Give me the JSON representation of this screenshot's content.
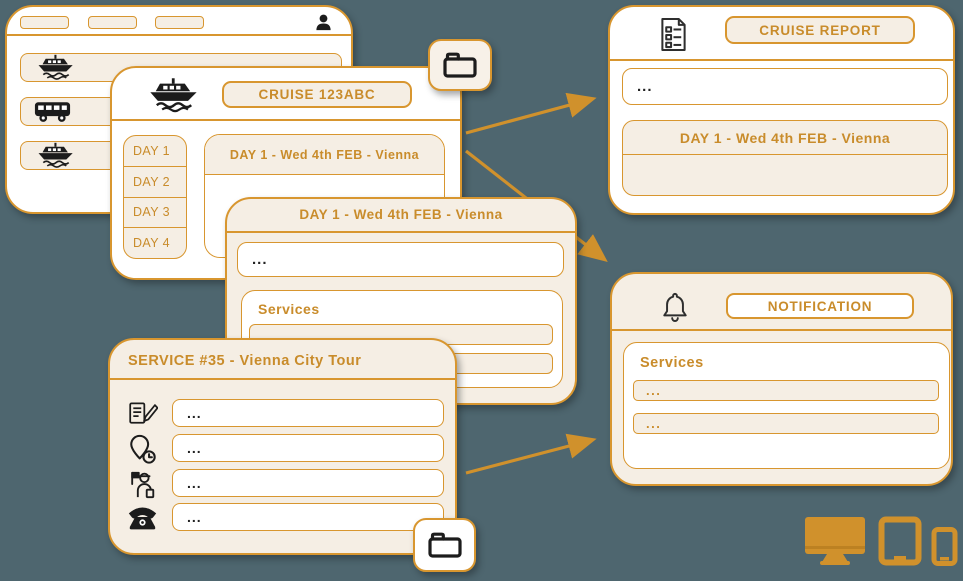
{
  "colors": {
    "background": "#4E666F",
    "accent_orange": "#C98C2B",
    "border_orange": "#D8962F",
    "panel_cream": "#F5EEE4",
    "panel_white": "#FFFFFF",
    "icon_ink": "#1C1C1C"
  },
  "app_window": {
    "rows": [
      {
        "icon": "ship-icon"
      },
      {
        "icon": "bus-icon"
      },
      {
        "icon": "ship-icon"
      }
    ]
  },
  "cruise_window": {
    "icon": "ship-icon",
    "title": "CRUISE 123ABC",
    "days": [
      "DAY 1",
      "DAY 2",
      "DAY 3",
      "DAY 4"
    ],
    "day_panel_title": "DAY 1 - Wed 4th FEB - Vienna"
  },
  "day_window": {
    "title": "DAY 1 - Wed 4th FEB - Vienna",
    "summary_text": "...",
    "services_label": "Services"
  },
  "service_window": {
    "title": "SERVICE #35 - Vienna City Tour",
    "fields": [
      {
        "icon": "notes-icon",
        "value": "..."
      },
      {
        "icon": "location-time-icon",
        "value": "..."
      },
      {
        "icon": "tour-guide-icon",
        "value": "..."
      },
      {
        "icon": "phone-icon",
        "value": "..."
      }
    ]
  },
  "report_panel": {
    "icon": "report-icon",
    "title": "CRUISE REPORT",
    "summary_text": "...",
    "day_card_title": "DAY 1 - Wed 4th FEB - Vienna"
  },
  "notification_panel": {
    "icon": "bell-icon",
    "title": "NOTIFICATION",
    "services_label": "Services",
    "items": [
      "...",
      "..."
    ]
  },
  "folder_shortcuts": {
    "icon": "folder-icon"
  },
  "devices": [
    "desktop-icon",
    "tablet-icon",
    "smartphone-icon"
  ]
}
